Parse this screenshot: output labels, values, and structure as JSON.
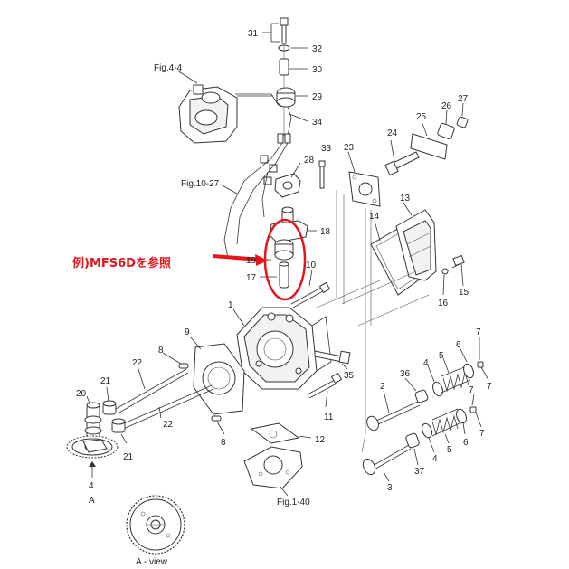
{
  "figure_refs": {
    "fig_4_4": "Fig.4-4",
    "fig_10_27": "Fig.10-27",
    "fig_1_40": "Fig.1-40"
  },
  "note": "例)MFS6Dを参照",
  "view_labels": {
    "a": "A",
    "a_view": "A - view"
  },
  "callouts": [
    {
      "id": "c31",
      "text": "31"
    },
    {
      "id": "c32",
      "text": "32"
    },
    {
      "id": "c30",
      "text": "30"
    },
    {
      "id": "c29",
      "text": "29"
    },
    {
      "id": "c34",
      "text": "34"
    },
    {
      "id": "c33",
      "text": "33"
    },
    {
      "id": "c28",
      "text": "28"
    },
    {
      "id": "c23",
      "text": "23"
    },
    {
      "id": "c24",
      "text": "24"
    },
    {
      "id": "c25",
      "text": "25"
    },
    {
      "id": "c26",
      "text": "26"
    },
    {
      "id": "c27",
      "text": "27"
    },
    {
      "id": "c18",
      "text": "18"
    },
    {
      "id": "c19",
      "text": "19"
    },
    {
      "id": "c17",
      "text": "17"
    },
    {
      "id": "c10",
      "text": "10"
    },
    {
      "id": "c14",
      "text": "14"
    },
    {
      "id": "c13",
      "text": "13"
    },
    {
      "id": "c16",
      "text": "16"
    },
    {
      "id": "c15",
      "text": "15"
    },
    {
      "id": "c1",
      "text": "1"
    },
    {
      "id": "c9",
      "text": "9"
    },
    {
      "id": "c8a",
      "text": "8"
    },
    {
      "id": "c22a",
      "text": "22"
    },
    {
      "id": "c21a",
      "text": "21"
    },
    {
      "id": "c20",
      "text": "20"
    },
    {
      "id": "c22b",
      "text": "22"
    },
    {
      "id": "c21b",
      "text": "21"
    },
    {
      "id": "c8b",
      "text": "8"
    },
    {
      "id": "c4sub",
      "text": "4"
    },
    {
      "id": "c35",
      "text": "35"
    },
    {
      "id": "c11",
      "text": "11"
    },
    {
      "id": "c12",
      "text": "12"
    },
    {
      "id": "c2",
      "text": "2"
    },
    {
      "id": "c36",
      "text": "36"
    },
    {
      "id": "c4a",
      "text": "4"
    },
    {
      "id": "c5a",
      "text": "5"
    },
    {
      "id": "c6a",
      "text": "6"
    },
    {
      "id": "c7a",
      "text": "7"
    },
    {
      "id": "c7b",
      "text": "7"
    },
    {
      "id": "c7c",
      "text": "7"
    },
    {
      "id": "c6b",
      "text": "6"
    },
    {
      "id": "c5b",
      "text": "5"
    },
    {
      "id": "c4b",
      "text": "4"
    },
    {
      "id": "c7d",
      "text": "7"
    },
    {
      "id": "c37",
      "text": "37"
    },
    {
      "id": "c3",
      "text": "3"
    }
  ]
}
